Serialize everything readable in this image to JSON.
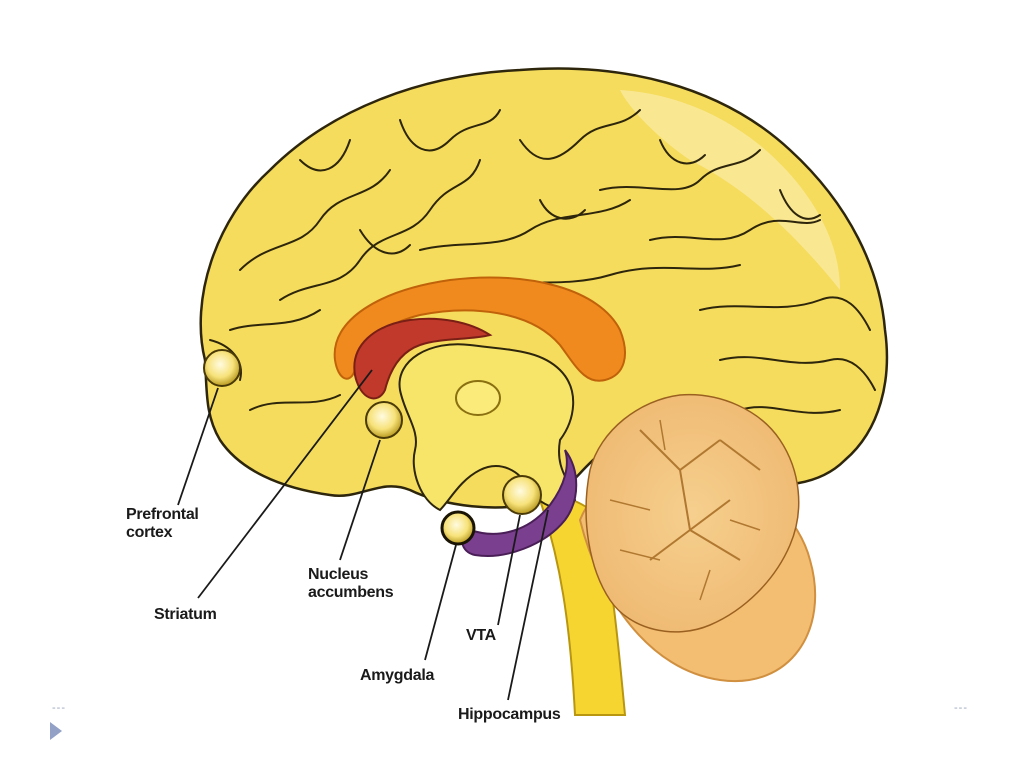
{
  "labels": {
    "prefrontal_cortex": "Prefrontal\ncortex",
    "striatum": "Striatum",
    "nucleus_accumbens": "Nucleus\naccumbens",
    "vta": "VTA",
    "amygdala": "Amygdala",
    "hippocampus": "Hippocampus"
  },
  "footer": {
    "left_mark": "---",
    "right_mark": "---"
  },
  "colors": {
    "brain_fill": "#f5dc5c",
    "brain_outline": "#3a2e10",
    "striatum": "#c0392b",
    "corpus_callosum": "#f08a1e",
    "hippocampus": "#7b3f8f",
    "cerebellum": "#f2c488",
    "brainstem": "#f7d531",
    "nav_arrow": "#93a1c6"
  },
  "icons": {
    "nav": "triangle-right-icon"
  }
}
